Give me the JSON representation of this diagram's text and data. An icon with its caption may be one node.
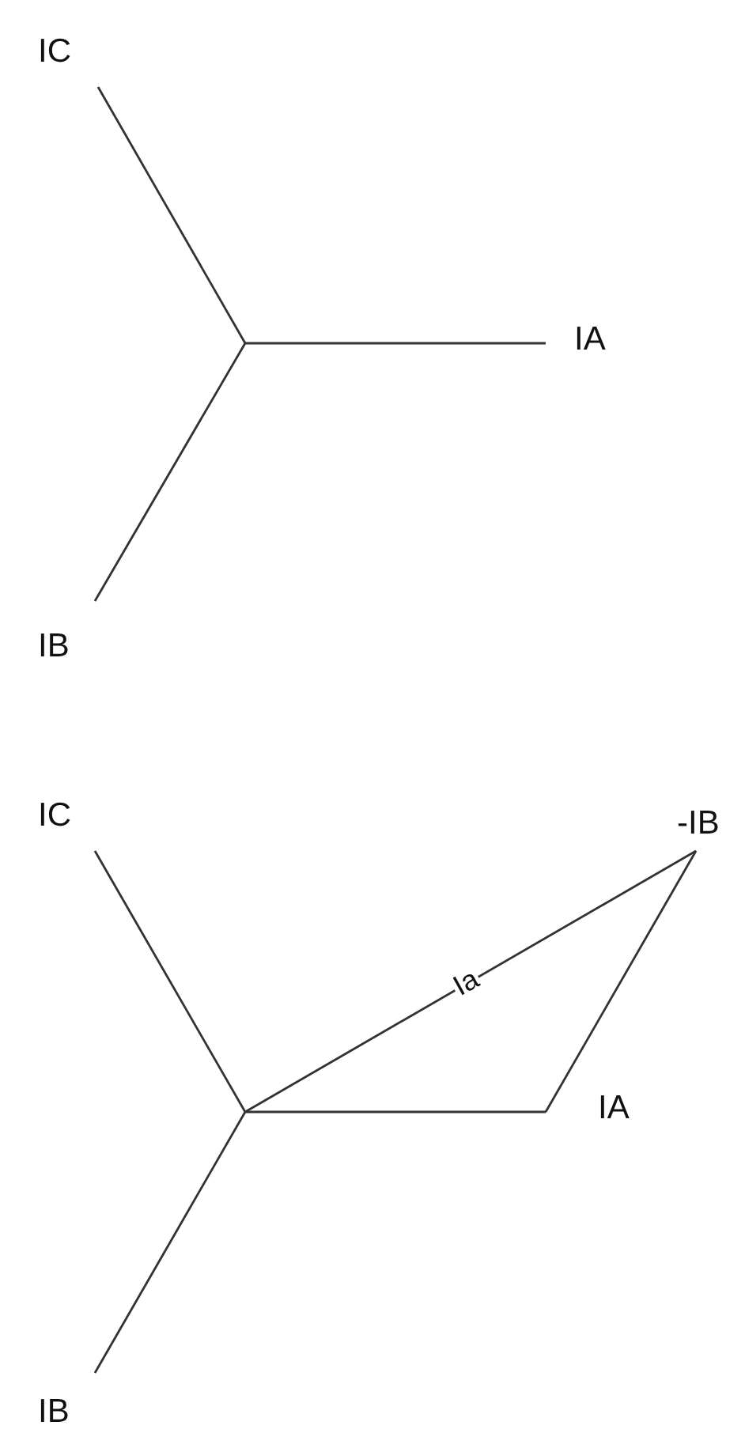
{
  "diagram": {
    "labels": [
      "IC",
      "IA",
      "IB",
      "IC",
      "-IB",
      "Ia",
      "IA",
      "IB"
    ]
  }
}
